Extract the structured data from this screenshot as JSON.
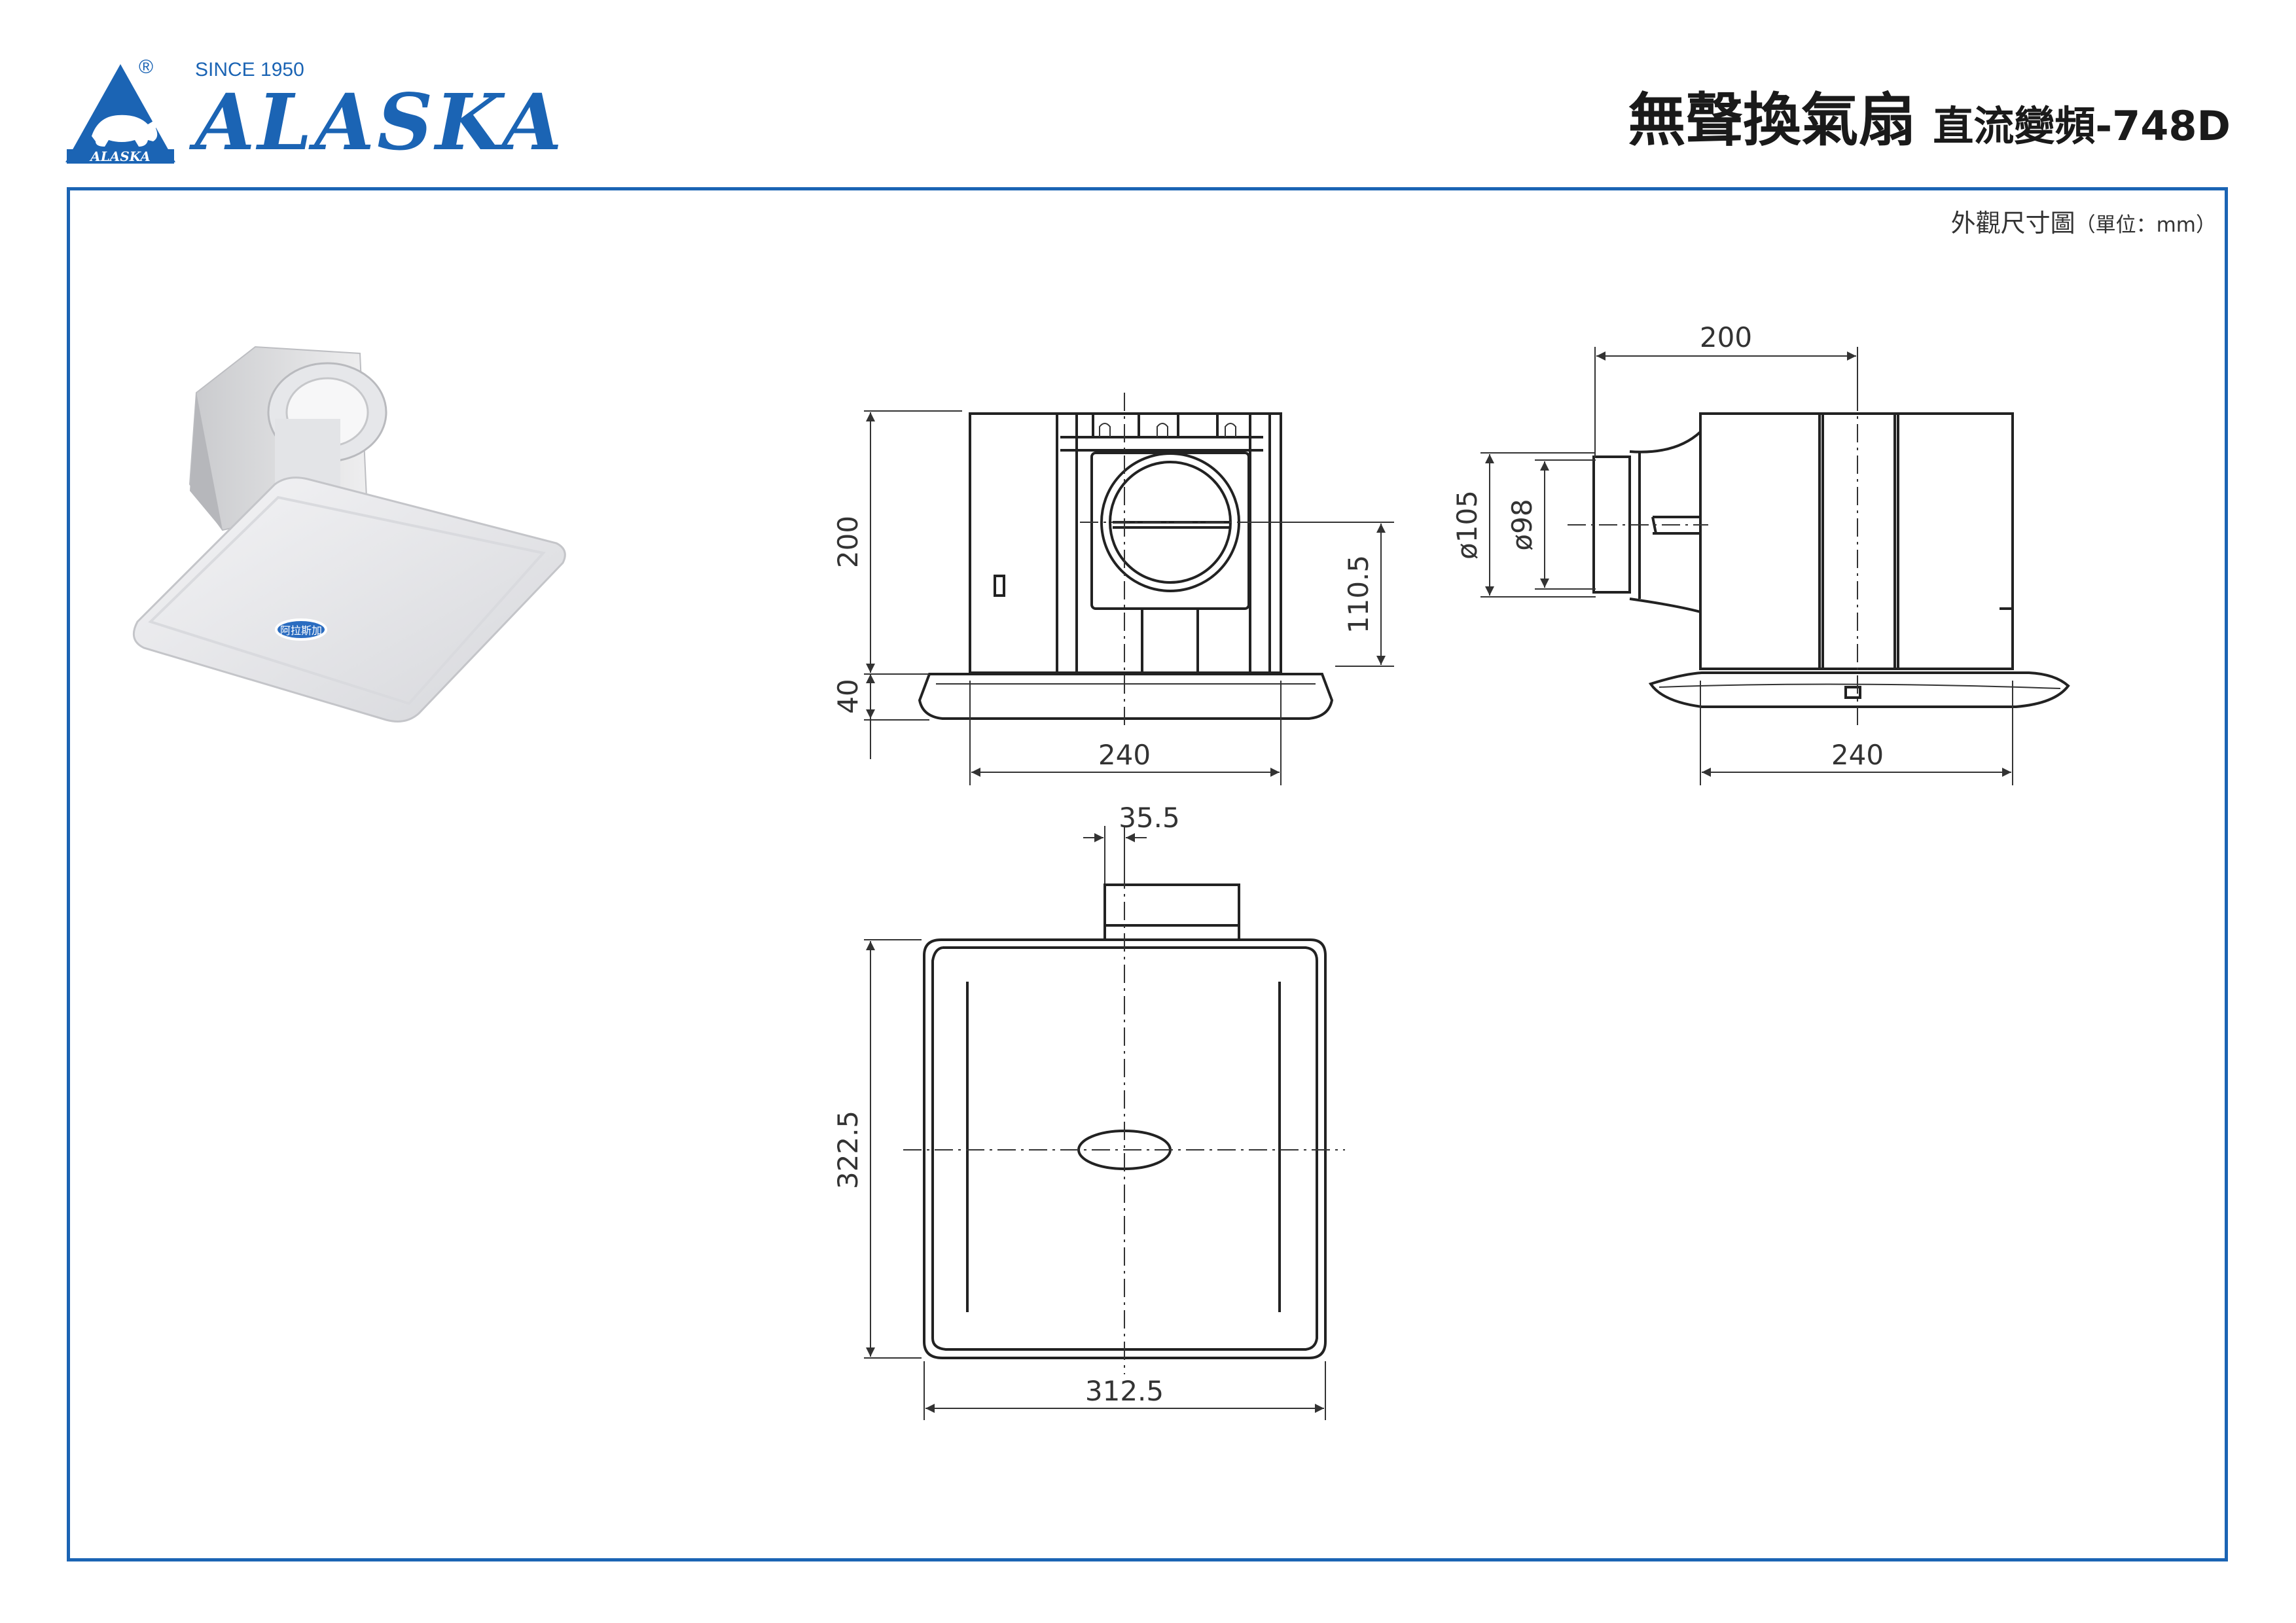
{
  "brand": {
    "name": "ALASKA",
    "since": "SINCE 1950",
    "registered": "®",
    "logo_icon_text": "ALASKA",
    "color": "#1b64b4"
  },
  "header": {
    "title": "無聲換氣扇",
    "subtitle": "直流變頻-748D"
  },
  "drawing": {
    "caption": "外觀尺寸圖",
    "unit_note": "（單位：mm）",
    "front_view": {
      "dim_height": "200",
      "dim_flange": "40",
      "dim_outlet_height": "110.5",
      "dim_width": "240"
    },
    "side_view": {
      "dim_top": "200",
      "dim_outer_diameter": "ø105",
      "dim_inner_diameter": "ø98",
      "dim_width": "240"
    },
    "top_view": {
      "dim_duct_offset": "35.5",
      "dim_depth": "322.5",
      "dim_width": "312.5"
    },
    "product_badge_text": "阿拉斯加"
  }
}
